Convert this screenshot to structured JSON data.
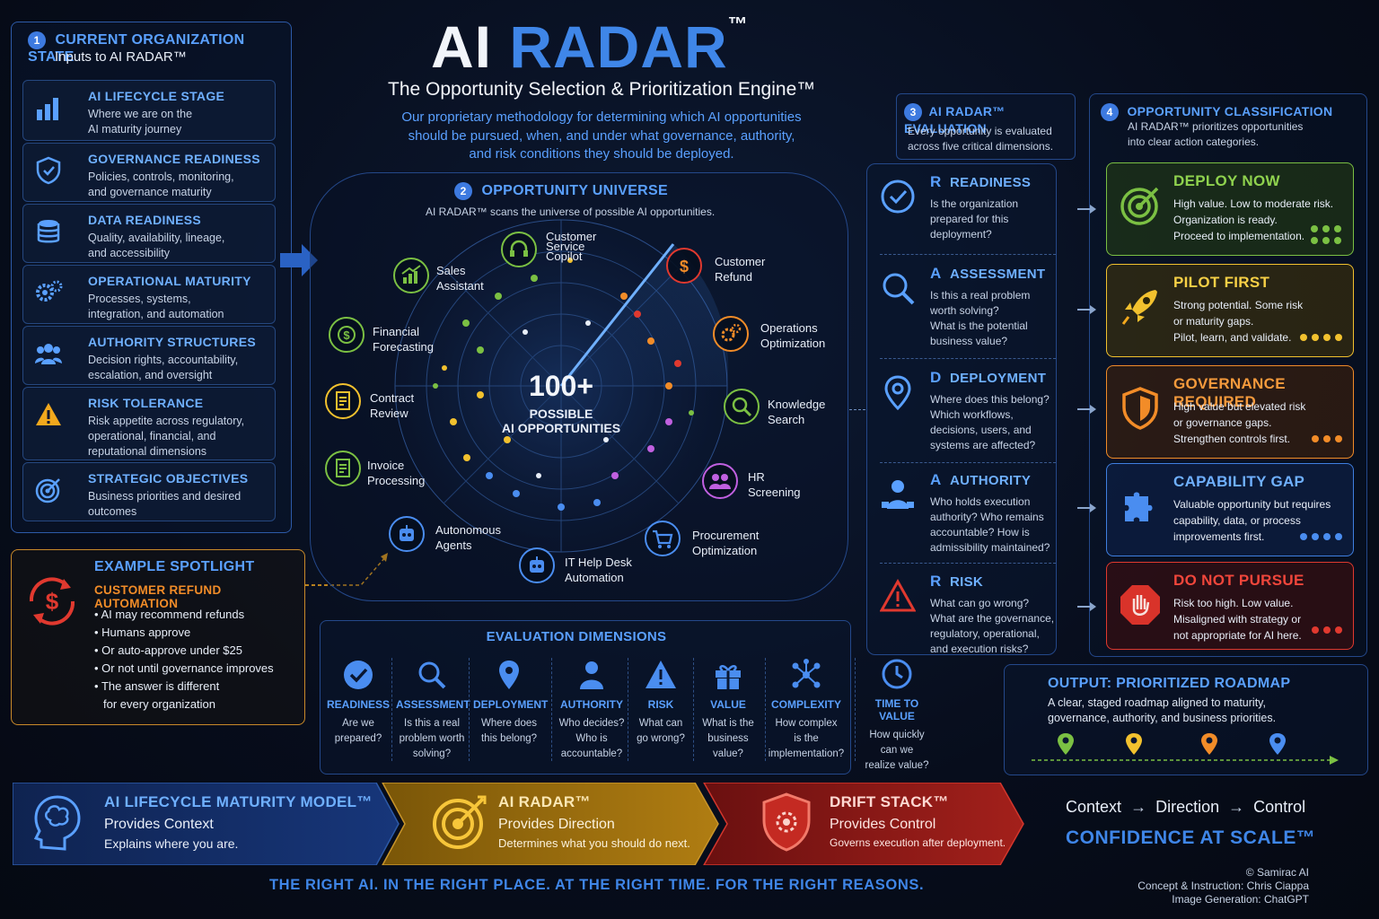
{
  "header": {
    "title_a": "AI",
    "title_b": "RADAR",
    "tm": "™",
    "subtitle": "The Opportunity Selection & Prioritization Engine™",
    "desc1": "Our proprietary methodology for determining which AI opportunities",
    "desc2": "should be pursued, when, and under what governance, authority,",
    "desc3": "and risk conditions they should be deployed."
  },
  "left": {
    "num": "1",
    "title": "CURRENT ORGANIZATION STATE",
    "subtitle": "Inputs to AI RADAR™",
    "items": [
      {
        "title": "AI LIFECYCLE STAGE",
        "desc1": "Where we are on the",
        "desc2": "AI maturity journey",
        "desc3": ""
      },
      {
        "title": "GOVERNANCE READINESS",
        "desc1": "Policies, controls, monitoring,",
        "desc2": "and governance maturity",
        "desc3": ""
      },
      {
        "title": "DATA READINESS",
        "desc1": "Quality, availability, lineage,",
        "desc2": "and accessibility",
        "desc3": ""
      },
      {
        "title": "OPERATIONAL MATURITY",
        "desc1": "Processes, systems,",
        "desc2": "integration, and automation",
        "desc3": ""
      },
      {
        "title": "AUTHORITY STRUCTURES",
        "desc1": "Decision rights, accountability,",
        "desc2": "escalation, and oversight",
        "desc3": ""
      },
      {
        "title": "RISK TOLERANCE",
        "desc1": "Risk appetite across regulatory,",
        "desc2": "operational, financial, and",
        "desc3": "reputational dimensions"
      },
      {
        "title": "STRATEGIC OBJECTIVES",
        "desc1": "Business priorities and desired",
        "desc2": "outcomes",
        "desc3": ""
      }
    ]
  },
  "spotlight": {
    "title": "EXAMPLE SPOTLIGHT",
    "subtitle": "CUSTOMER REFUND AUTOMATION",
    "bullets": [
      "AI may recommend refunds",
      "Humans approve",
      "Or auto-approve under $25",
      "Or not until governance improves",
      "The answer is different",
      "for every organization"
    ]
  },
  "universe": {
    "num": "2",
    "title": "OPPORTUNITY UNIVERSE",
    "subtitle": "AI RADAR™ scans the universe of possible AI opportunities.",
    "center_big": "100+",
    "center_l1": "POSSIBLE",
    "center_l2": "AI OPPORTUNITIES",
    "opps": [
      {
        "l1": "Customer",
        "l2": "Service",
        "l3": "Copilot"
      },
      {
        "l1": "Customer",
        "l2": "Refund"
      },
      {
        "l1": "Sales",
        "l2": "Assistant"
      },
      {
        "l1": "Operations",
        "l2": "Optimization"
      },
      {
        "l1": "Financial",
        "l2": "Forecasting"
      },
      {
        "l1": "Knowledge",
        "l2": "Search"
      },
      {
        "l1": "Contract",
        "l2": "Review"
      },
      {
        "l1": "HR",
        "l2": "Screening"
      },
      {
        "l1": "Invoice",
        "l2": "Processing"
      },
      {
        "l1": "Procurement",
        "l2": "Optimization"
      },
      {
        "l1": "Autonomous",
        "l2": "Agents"
      },
      {
        "l1": "IT Help Desk",
        "l2": "Automation"
      }
    ]
  },
  "evaluation": {
    "num": "3",
    "title": "AI RADAR™ EVALUATION",
    "desc1": "Every opportunity is evaluated",
    "desc2": "across five critical dimensions.",
    "rows": [
      {
        "letter": "R",
        "title": "READINESS",
        "d": [
          "Is the organization",
          "prepared for this",
          "deployment?"
        ]
      },
      {
        "letter": "A",
        "title": "ASSESSMENT",
        "d": [
          "Is this a real problem",
          "worth solving?",
          "What is the potential",
          "business value?"
        ]
      },
      {
        "letter": "D",
        "title": "DEPLOYMENT",
        "d": [
          "Where does this belong?",
          "Which workflows,",
          "decisions, users, and",
          "systems are affected?"
        ]
      },
      {
        "letter": "A",
        "title": "AUTHORITY",
        "d": [
          "Who holds execution",
          "authority? Who remains",
          "accountable? How is",
          "admissibility maintained?"
        ]
      },
      {
        "letter": "R",
        "title": "RISK",
        "d": [
          "What can go wrong?",
          "What are the governance,",
          "regulatory, operational,",
          "and execution risks?"
        ]
      }
    ]
  },
  "classification": {
    "num": "4",
    "title": "OPPORTUNITY CLASSIFICATION",
    "desc1": "AI RADAR™ prioritizes opportunities",
    "desc2": "into clear action categories.",
    "cards": [
      {
        "title": "DEPLOY NOW",
        "d": [
          "High value. Low to moderate risk.",
          "Organization is ready.",
          "Proceed to implementation."
        ],
        "color": "#7bc043"
      },
      {
        "title": "PILOT FIRST",
        "d": [
          "Strong potential. Some risk",
          "or maturity gaps.",
          "Pilot, learn, and validate."
        ],
        "color": "#f2c12e"
      },
      {
        "title": "GOVERNANCE REQUIRED",
        "d": [
          "High value but elevated risk",
          "or governance gaps.",
          "Strengthen controls first."
        ],
        "color": "#f28c28"
      },
      {
        "title": "CAPABILITY GAP",
        "d": [
          "Valuable opportunity but requires",
          "capability, data, or process",
          "improvements first."
        ],
        "color": "#4a8df0"
      },
      {
        "title": "DO NOT PURSUE",
        "d": [
          "Risk too high. Low value.",
          "Misaligned with strategy or",
          "not appropriate for AI here."
        ],
        "color": "#e0392f"
      }
    ]
  },
  "dimensions": {
    "title": "EVALUATION DIMENSIONS",
    "items": [
      {
        "t": "READINESS",
        "d": [
          "Are we",
          "prepared?"
        ]
      },
      {
        "t": "ASSESSMENT",
        "d": [
          "Is this a real",
          "problem worth",
          "solving?"
        ]
      },
      {
        "t": "DEPLOYMENT",
        "d": [
          "Where does",
          "this belong?"
        ]
      },
      {
        "t": "AUTHORITY",
        "d": [
          "Who decides?",
          "Who is",
          "accountable?"
        ]
      },
      {
        "t": "RISK",
        "d": [
          "What can",
          "go wrong?"
        ]
      },
      {
        "t": "VALUE",
        "d": [
          "What is the",
          "business",
          "value?"
        ]
      },
      {
        "t": "COMPLEXITY",
        "d": [
          "How complex",
          "is the",
          "implementation?"
        ]
      },
      {
        "t": "TIME TO VALUE",
        "d": [
          "How quickly",
          "can we",
          "realize value?"
        ]
      }
    ]
  },
  "output": {
    "title": "OUTPUT: PRIORITIZED ROADMAP",
    "desc1": "A clear, staged roadmap aligned to maturity,",
    "desc2": "governance, authority, and business priorities."
  },
  "footer": {
    "seg1": {
      "title": "AI LIFECYCLE MATURITY MODEL™",
      "l1": "Provides Context",
      "l2": "Explains where you are."
    },
    "seg2": {
      "title": "AI RADAR™",
      "l1": "Provides Direction",
      "l2": "Determines what you should do next."
    },
    "seg3": {
      "title": "DRIFT STACK™",
      "l1": "Provides Control",
      "l2": "Governs execution after deployment."
    },
    "ctx": "Context",
    "dir": "Direction",
    "ctl": "Control",
    "arrow": "→",
    "confidence": "CONFIDENCE AT SCALE™",
    "tagline": "THE RIGHT AI. IN THE RIGHT PLACE. AT THE RIGHT TIME. FOR THE RIGHT REASONS.",
    "credit1": "© Samirac AI",
    "credit2": "Concept & Instruction: Chris Ciappa",
    "credit3": "Image Generation: ChatGPT"
  }
}
